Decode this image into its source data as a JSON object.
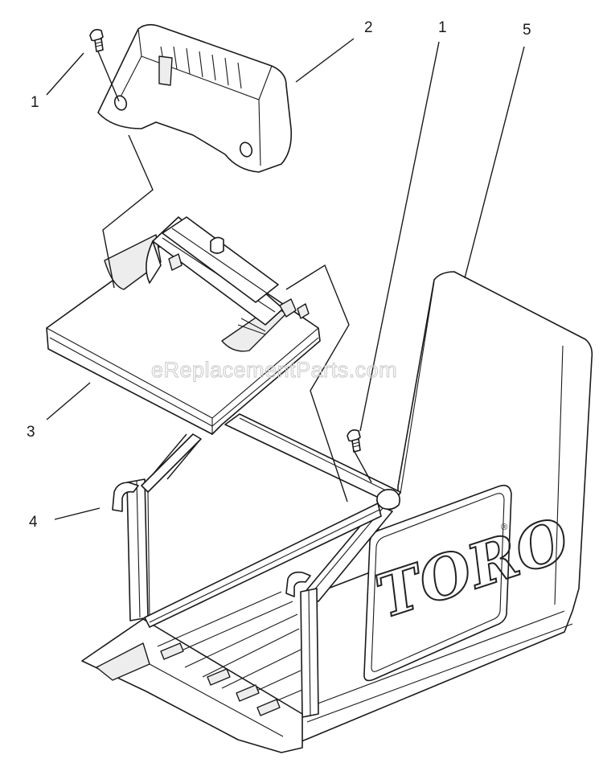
{
  "callouts": [
    {
      "label": "1"
    },
    {
      "label": "2"
    },
    {
      "label": "1"
    },
    {
      "label": "5"
    },
    {
      "label": "3"
    },
    {
      "label": "4"
    }
  ],
  "watermark": "eReplacementParts.com",
  "brand": {
    "name": "TORO",
    "mark": "®"
  }
}
